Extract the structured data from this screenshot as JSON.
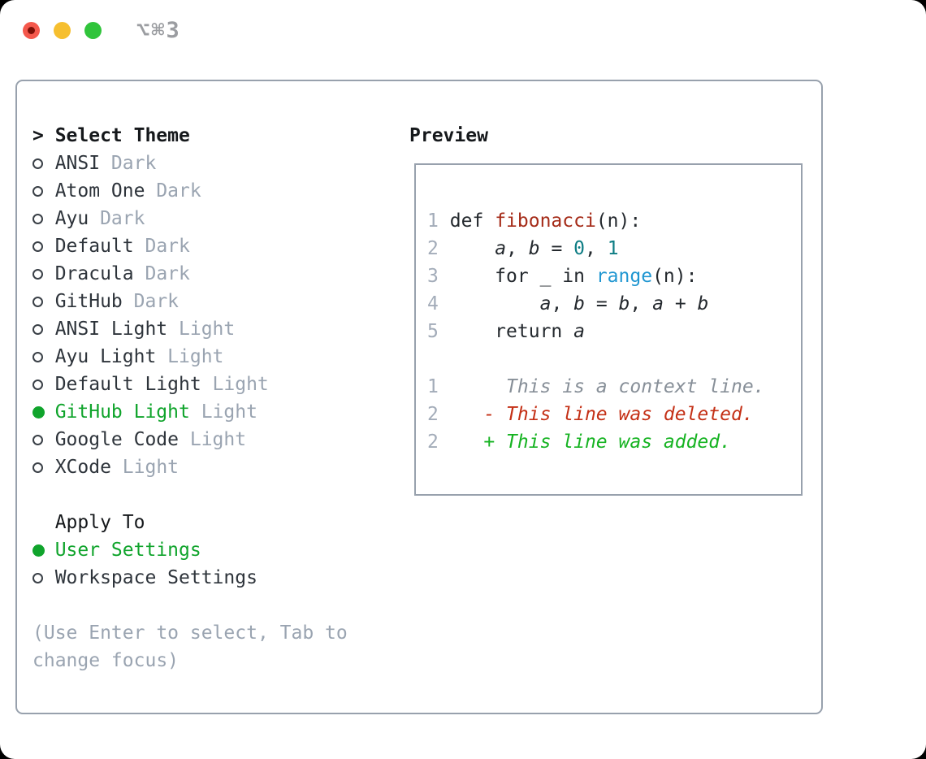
{
  "window": {
    "title": "⌥⌘3"
  },
  "theme_menu": {
    "prompt": ">",
    "title": "Select Theme",
    "items": [
      {
        "name": "ANSI",
        "tag": "Dark",
        "selected": false
      },
      {
        "name": "Atom One",
        "tag": "Dark",
        "selected": false
      },
      {
        "name": "Ayu",
        "tag": "Dark",
        "selected": false
      },
      {
        "name": "Default",
        "tag": "Dark",
        "selected": false
      },
      {
        "name": "Dracula",
        "tag": "Dark",
        "selected": false
      },
      {
        "name": "GitHub",
        "tag": "Dark",
        "selected": false
      },
      {
        "name": "ANSI Light",
        "tag": "Light",
        "selected": false
      },
      {
        "name": "Ayu Light",
        "tag": "Light",
        "selected": false
      },
      {
        "name": "Default Light",
        "tag": "Light",
        "selected": false
      },
      {
        "name": "GitHub Light",
        "tag": "Light",
        "selected": true
      },
      {
        "name": "Google Code",
        "tag": "Light",
        "selected": false
      },
      {
        "name": "XCode",
        "tag": "Light",
        "selected": false
      }
    ]
  },
  "apply_to": {
    "title": "Apply To",
    "options": [
      {
        "name": "User Settings",
        "selected": true
      },
      {
        "name": "Workspace Settings",
        "selected": false
      }
    ]
  },
  "hint": "(Use Enter to select, Tab to change focus)",
  "preview": {
    "title": "Preview",
    "lines": [
      {
        "num": "1",
        "tokens": [
          [
            "plain",
            "def "
          ],
          [
            "func",
            "fibonacci"
          ],
          [
            "plain",
            "(n):"
          ]
        ]
      },
      {
        "num": "2",
        "tokens": [
          [
            "plain",
            "    "
          ],
          [
            "var",
            "a"
          ],
          [
            "plain",
            ", "
          ],
          [
            "var",
            "b"
          ],
          [
            "plain",
            " = "
          ],
          [
            "num",
            "0"
          ],
          [
            "plain",
            ", "
          ],
          [
            "num",
            "1"
          ]
        ]
      },
      {
        "num": "3",
        "tokens": [
          [
            "plain",
            "    for _ in "
          ],
          [
            "builtin",
            "range"
          ],
          [
            "plain",
            "(n):"
          ]
        ]
      },
      {
        "num": "4",
        "tokens": [
          [
            "plain",
            "        "
          ],
          [
            "var",
            "a"
          ],
          [
            "plain",
            ", "
          ],
          [
            "var",
            "b"
          ],
          [
            "plain",
            " = "
          ],
          [
            "var",
            "b"
          ],
          [
            "plain",
            ", "
          ],
          [
            "var",
            "a"
          ],
          [
            "plain",
            " + "
          ],
          [
            "var",
            "b"
          ]
        ]
      },
      {
        "num": "5",
        "tokens": [
          [
            "plain",
            "    return "
          ],
          [
            "var",
            "a"
          ]
        ]
      },
      {
        "num": "",
        "tokens": []
      },
      {
        "num": "1",
        "tokens": [
          [
            "ctx",
            "     This is a context line."
          ]
        ]
      },
      {
        "num": "2",
        "tokens": [
          [
            "del",
            "   - This line was deleted."
          ]
        ]
      },
      {
        "num": "2",
        "tokens": [
          [
            "add",
            "   + This line was added."
          ]
        ]
      }
    ]
  },
  "colors": {
    "selected_green": "#10a42c",
    "tag_gray": "#9aa4b1",
    "panel_border": "#98a1ad",
    "code_default": "#24292e",
    "function_red": "#a52b18",
    "number_teal": "#0e7d84",
    "builtin_blue": "#1f96d1",
    "line_number_gray": "#a3acb9",
    "context_gray": "#878f98",
    "deleted_red": "#c43016",
    "added_green": "#16b322",
    "traffic_red": "#f4584c",
    "traffic_yellow": "#f6bf2f",
    "traffic_green": "#30c43b"
  }
}
